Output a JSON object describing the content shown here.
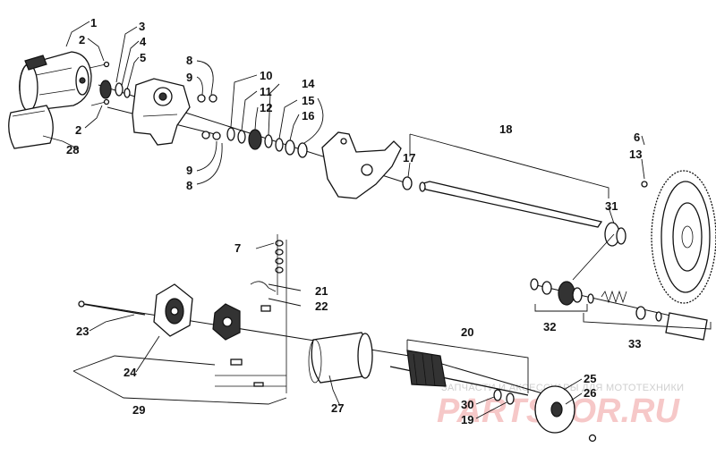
{
  "callouts": {
    "c1": "1",
    "c2a": "2",
    "c2b": "2",
    "c3": "3",
    "c4": "4",
    "c5": "5",
    "c6": "6",
    "c7": "7",
    "c8a": "8",
    "c8b": "8",
    "c9a": "9",
    "c9b": "9",
    "c10": "10",
    "c11": "11",
    "c12": "12",
    "c13": "13",
    "c14": "14",
    "c15": "15",
    "c16": "16",
    "c17": "17",
    "c18": "18",
    "c19": "19",
    "c20": "20",
    "c21": "21",
    "c22": "22",
    "c23": "23",
    "c24": "24",
    "c25": "25",
    "c26": "26",
    "c27": "27",
    "c28": "28",
    "c29": "29",
    "c30": "30",
    "c31": "31",
    "c32": "32",
    "c33": "33"
  },
  "watermark": {
    "tagline": "ЗАПЧАСТИ И АКСЕССУАРЫ ДЛЯ МОТОТЕХНИКИ",
    "brand": "PARTSFOR.RU"
  },
  "colors": {
    "line": "#111111",
    "watermark_red": "#e06060",
    "watermark_grey": "#cfcfcf"
  }
}
